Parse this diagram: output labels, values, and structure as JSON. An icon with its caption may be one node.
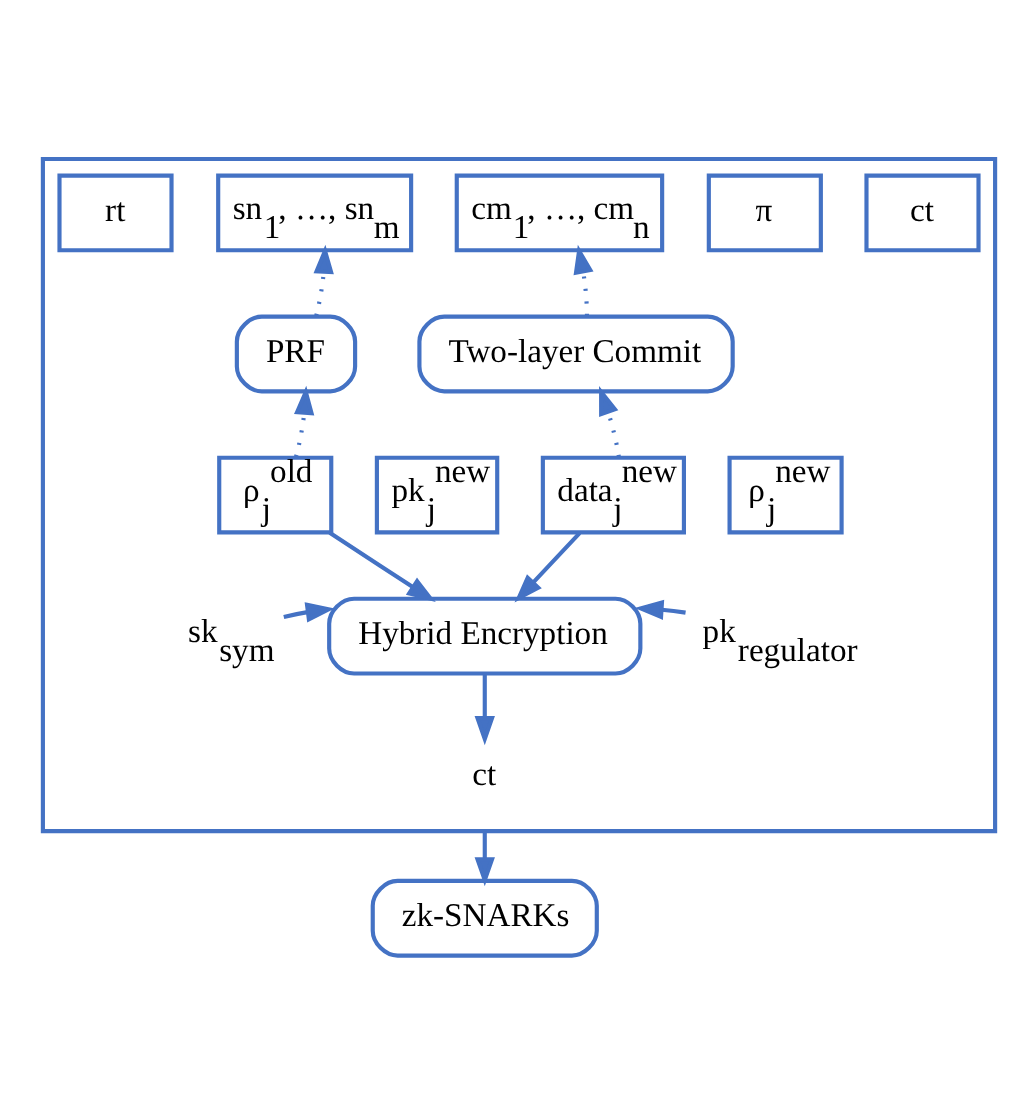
{
  "diagram": {
    "nodes": [
      {
        "text": [],
        "shape": "box"
      },
      {
        "text": [
          "rt"
        ],
        "in": 0
      },
      {
        "text": [
          "sn$_{1}$, …, sn$_{m}$"
        ],
        "in": 0
      },
      {
        "text": [
          "cm$_{1}$, …, cm$_{n}$"
        ],
        "in": 0
      },
      {
        "text": [
          "π"
        ],
        "in": 0
      },
      {
        "text": [
          "ct"
        ],
        "in": 0
      },
      {
        "text": [
          "PRF"
        ],
        "in": 0
      },
      {
        "text": [
          "Two-layer Commit"
        ],
        "in": 0
      },
      {
        "text": [
          "ρ$_{j}$$^{old}$"
        ],
        "in": 0
      },
      {
        "text": [
          "pk$_{j}$$^{new}$"
        ],
        "in": 0
      },
      {
        "text": [
          "data$_{j}$$^{new}$"
        ],
        "in": 0
      },
      {
        "text": [
          "ρ$_{j}$$^{new}$"
        ],
        "in": 0
      },
      {
        "text": [
          "Hybrid Encryption"
        ],
        "in": 0
      },
      {
        "text": [
          "sk$_{sym}$"
        ],
        "in": 0
      },
      {
        "text": [
          "pk$_{regulator}$"
        ],
        "in": 0
      },
      {
        "text": [
          "ct"
        ],
        "in": 0
      },
      {
        "text": [
          "zk-SNARKs"
        ]
      }
    ],
    "edges": [
      {
        "from": 6,
        "to": 2,
        "arrow": "to",
        "style": "dashed"
      },
      {
        "from": 7,
        "to": 3,
        "arrow": "to",
        "style": "dashed"
      },
      {
        "from": 8,
        "to": 6,
        "arrow": "to",
        "style": "dashed"
      },
      {
        "from": 10,
        "to": 7,
        "arrow": "to",
        "style": "dashed"
      },
      {
        "from": 8,
        "to": 12,
        "arrow": "to"
      },
      {
        "from": 10,
        "to": 12,
        "arrow": "to"
      },
      {
        "from": 13,
        "to": 12,
        "arrow": "to"
      },
      {
        "from": 14,
        "to": 12,
        "arrow": "to"
      },
      {
        "from": 12,
        "to": 15,
        "arrow": "to"
      },
      {
        "from": 0,
        "to": 16,
        "arrow": "to"
      }
    ]
  }
}
